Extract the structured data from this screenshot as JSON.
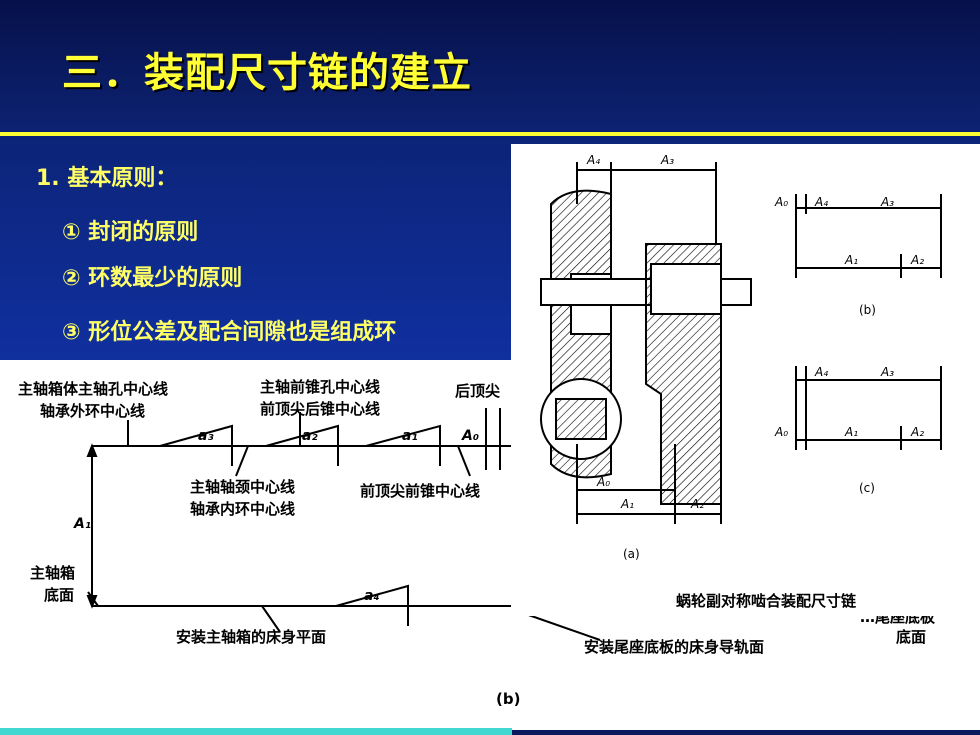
{
  "slide": {
    "title": "三．装配尺寸链的建立",
    "heading": "1. 基本原则：",
    "items": [
      "① 封闭的原则",
      "② 环数最少的原则",
      "③ 形位公差及配合间隙也是组成环"
    ]
  },
  "lathe_diagram": {
    "labels": {
      "headstock_bore": "主轴箱体主轴孔中心线",
      "outer_ring": "轴承外环中心线",
      "front_cone": "主轴前锥孔中心线",
      "front_center_rear": "前顶尖后锥中心线",
      "rear_center": "后顶尖",
      "journal": "主轴轴颈中心线",
      "inner_ring": "轴承内环中心线",
      "front_center_front": "前顶尖前锥中心线",
      "headstock": "主轴箱",
      "bottom": "底面",
      "headstock_bed": "安装主轴箱的床身平面",
      "tailstock_bed": "安装尾座底板的床身导轨面",
      "tail_plate_partial": "…尾座底板",
      "tail_bottom": "底面",
      "caption": "(b)"
    },
    "symbols": {
      "a3": "a₃",
      "a2": "a₂",
      "a1": "a₁",
      "a4": "a₄",
      "A0": "A₀",
      "A1": "A₁"
    }
  },
  "worm_diagram": {
    "symbols": {
      "A4": "A₄",
      "A3": "A₃",
      "A0": "A₀",
      "A1": "A₁",
      "A2": "A₂"
    },
    "captions": {
      "a": "(a)",
      "b": "(b)",
      "c": "(c)"
    },
    "title": "蜗轮副对称啮合装配尺寸链"
  }
}
